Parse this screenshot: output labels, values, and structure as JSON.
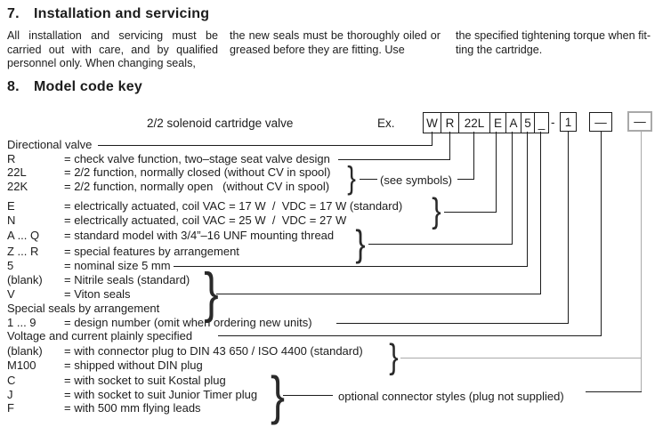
{
  "section7": {
    "number": "7.",
    "title": "Installation and servicing",
    "col1": "All installation and servicing  must be carried out with care, and by qualified personnel only. When changing seals,",
    "col2": "the new seals must be thoroughly oiled or greased before they are fitting. Use",
    "col3_line1": "the specified tightening torque when fit-",
    "col3_line2": "ting the cartridge."
  },
  "section8": {
    "number": "8.",
    "title": "Model code key",
    "caption": "2/2 solenoid cartridge valve",
    "ex_label": "Ex.",
    "code_cells": [
      "W",
      "R",
      "22L",
      "E",
      "A",
      "5",
      "_"
    ],
    "separator": "-",
    "design_box": "1",
    "voltage_box": "—",
    "connector_box": "—",
    "see_symbols": "(see symbols)",
    "optional_note": "optional connector styles (plug not supplied)",
    "rows": [
      {
        "key": "Directional valve",
        "desc": ""
      },
      {
        "key": "R",
        "desc": "= check valve function, two–stage seat valve design"
      },
      {
        "key": "22L",
        "desc": "= 2/2 function, normally closed (without CV in spool)"
      },
      {
        "key": "22K",
        "desc": "= 2/2 function, normally open   (without CV in spool)"
      },
      {
        "key": "E",
        "desc": "= electrically actuated, coil VAC = 17 W  /  VDC = 17 W (standard)"
      },
      {
        "key": "N",
        "desc": "= electrically actuated, coil VAC = 25 W  /  VDC = 27 W"
      },
      {
        "key": "A ... Q",
        "desc": "= standard model with 3/4”–16 UNF mounting thread"
      },
      {
        "key": "Z ... R",
        "desc": "= special features by arrangement"
      },
      {
        "key": "5",
        "desc": "= nominal size 5 mm"
      },
      {
        "key": "(blank)",
        "desc": "= Nitrile seals (standard)"
      },
      {
        "key": "V",
        "desc": "= Viton seals"
      },
      {
        "key": "Special seals by arrangement",
        "desc": ""
      },
      {
        "key": "1 ... 9",
        "desc": "= design number (omit when ordering new units)"
      },
      {
        "key": "Voltage and current plainly specified",
        "desc": ""
      },
      {
        "key": "(blank)",
        "desc": "= with connector plug to DIN 43 650 / ISO 4400 (standard)"
      },
      {
        "key": "M100",
        "desc": "= shipped without DIN plug"
      },
      {
        "key": "C",
        "desc": "= with socket to suit Kostal plug"
      },
      {
        "key": "J",
        "desc": "= with socket to suit Junior Timer plug"
      },
      {
        "key": "F",
        "desc": "= with 500 mm flying leads"
      }
    ]
  }
}
